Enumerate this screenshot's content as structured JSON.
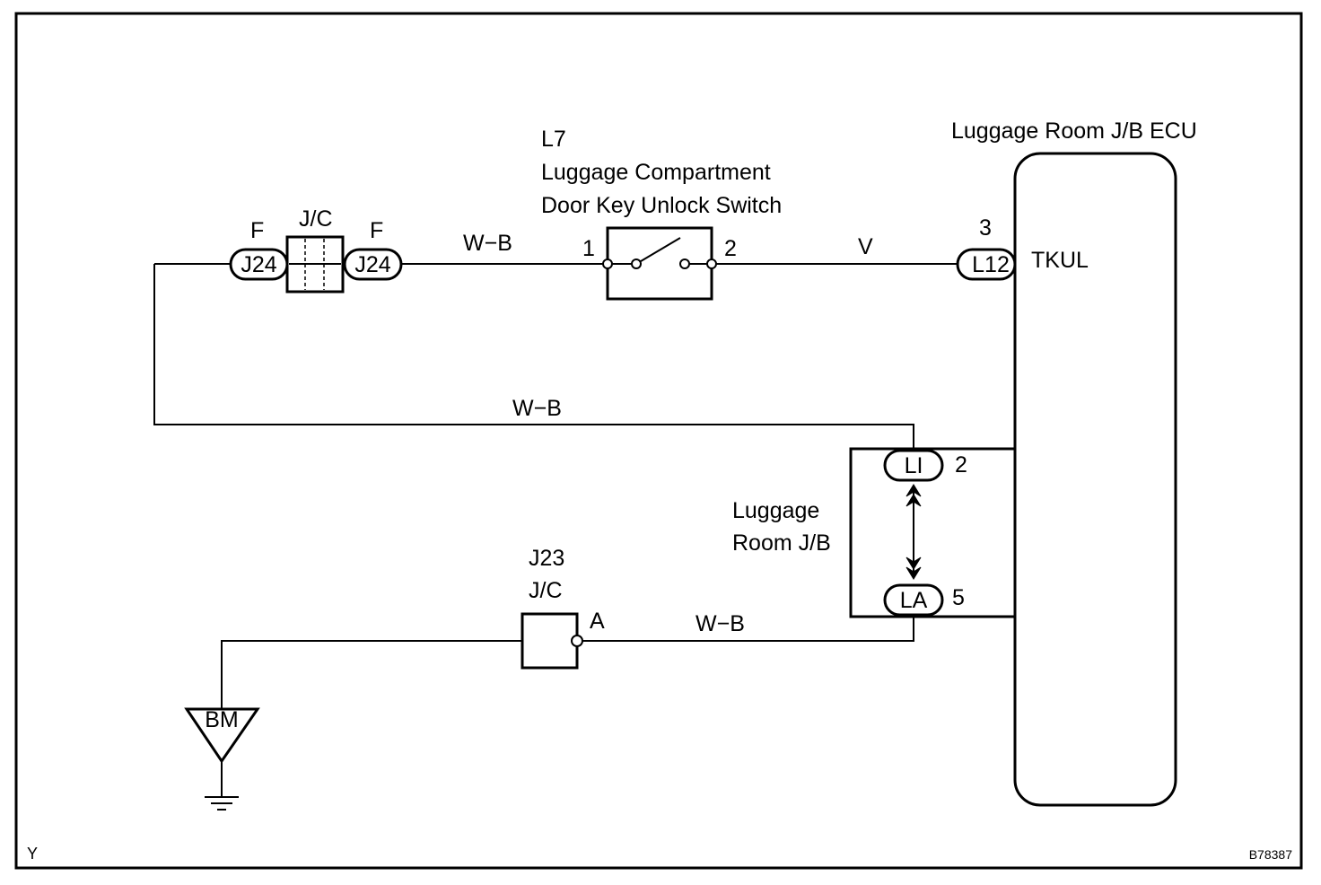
{
  "figure": {
    "corner_left": "Y",
    "corner_right": "B78387"
  },
  "ecu": {
    "title": "Luggage Room J/B ECU",
    "terminal_pin": "3",
    "terminal_connector": "L12",
    "terminal_signal": "TKUL"
  },
  "switch": {
    "code": "L7",
    "name_line1": "Luggage Compartment",
    "name_line2": "Door Key Unlock Switch",
    "pin_left": "1",
    "pin_right": "2"
  },
  "junction_top": {
    "name": "J/C",
    "left_pin": "F",
    "right_pin": "F",
    "left_connector": "J24",
    "right_connector": "J24"
  },
  "wires": {
    "top_left": "W−B",
    "top_right": "V",
    "middle": "W−B",
    "bottom": "W−B"
  },
  "jb": {
    "name_line1": "Luggage",
    "name_line2": "Room J/B",
    "top_connector": "LI",
    "top_pin": "2",
    "bottom_connector": "LA",
    "bottom_pin": "5"
  },
  "junction_bottom": {
    "code": "J23",
    "name": "J/C",
    "pin": "A"
  },
  "ground": {
    "label": "BM"
  }
}
